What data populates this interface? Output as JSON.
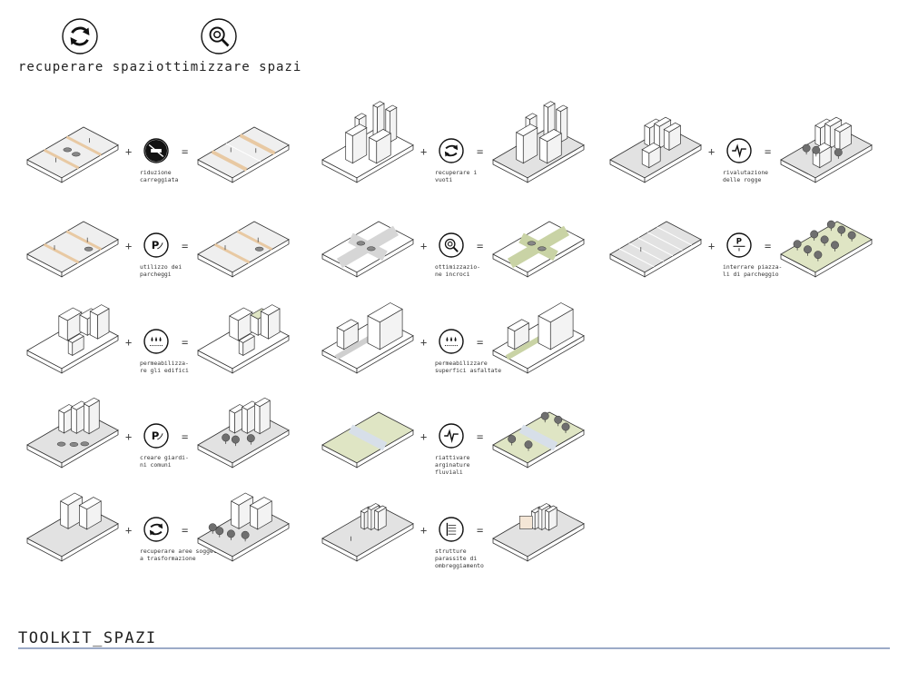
{
  "legend": [
    {
      "label": "recuperare spazi",
      "icon": "cycle-icon"
    },
    {
      "label": "ottimizzare spazi",
      "icon": "magnifier-gear-icon"
    }
  ],
  "operators": {
    "plus": "+",
    "equals": "="
  },
  "rows": [
    {
      "caption": [
        "riduzione",
        "carreggiata"
      ],
      "icon": "no-car-icon",
      "before": "road-cars",
      "after": "road-narrow"
    },
    {
      "caption": [
        "recuperare i",
        "vuoti"
      ],
      "icon": "cycle-icon",
      "before": "towers",
      "after": "towers-grey"
    },
    {
      "caption": [
        "rivalutazione",
        "delle rogge"
      ],
      "icon": "wave-icon",
      "before": "blocks",
      "after": "blocks-trees"
    },
    {
      "caption": [
        "utilizzo dei",
        "parcheggi"
      ],
      "icon": "parking-arrow-icon",
      "before": "road-parking",
      "after": "road-parking-alt"
    },
    {
      "caption": [
        "ottimizzazio-",
        "ne incroci"
      ],
      "icon": "magnifier-gear-icon",
      "before": "crossroad",
      "after": "crossroad-green"
    },
    {
      "caption": [
        "interrare piazza-",
        "li di parcheggio"
      ],
      "icon": "parking-underground-icon",
      "before": "parking-lot",
      "after": "park-trees"
    },
    {
      "caption": [
        "permeabilizza-",
        "re gli edifici"
      ],
      "icon": "raindrops-icon",
      "before": "buildings",
      "after": "buildings-green"
    },
    {
      "caption": [
        "permeabilizzare",
        "superfici asfaltate"
      ],
      "icon": "raindrops-icon",
      "before": "big-building-road",
      "after": "big-building-green"
    },
    {
      "caption": [
        "creare giardi-",
        "ni comuni"
      ],
      "icon": "parking-arrow-icon",
      "before": "buildings-cars",
      "after": "buildings-garden"
    },
    {
      "caption": [
        "riattivare",
        "arginature",
        "fluviali"
      ],
      "icon": "wave-icon",
      "before": "river",
      "after": "river-trees"
    },
    {
      "caption": [
        "recuperare aree soggette",
        "a trasformazione"
      ],
      "icon": "cycle-icon",
      "before": "two-blocks",
      "after": "two-blocks-trees"
    },
    {
      "caption": [
        "strutture",
        "parassite di",
        "ombreggiamento"
      ],
      "icon": "shade-structure-icon",
      "before": "small-buildings",
      "after": "small-buildings-shade"
    }
  ],
  "footer": {
    "title": "TOOLKIT_SPAZI",
    "rule_color": "#7b8fb5"
  },
  "colors": {
    "line": "#333333",
    "road": "#d9d9d9",
    "road_stripe": "#e8c9a3",
    "green": "#dfe5c4",
    "green_dark": "#c9d3a5",
    "water": "#d7dfe9",
    "tree": "#6f6f6f"
  }
}
